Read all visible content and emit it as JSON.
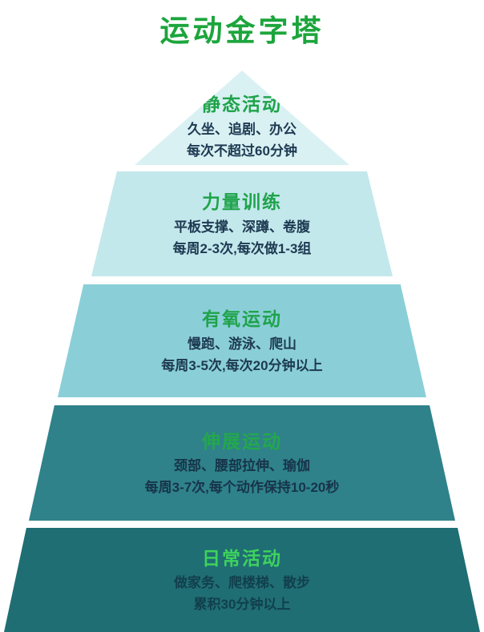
{
  "title": "运动金字塔",
  "palette": {
    "title_green": "#1CA53C",
    "heading_green": "#1FA34A",
    "level_colors": [
      "#D9F1F3",
      "#C3E8EC",
      "#8ACFD8",
      "#2F828A",
      "#1F6E74"
    ]
  },
  "levels": [
    {
      "name": "静态活动",
      "line1": "久坐、追剧、办公",
      "line2": "每次不超过60分钟"
    },
    {
      "name": "力量训练",
      "line1": "平板支撑、深蹲、卷腹",
      "line2": "每周2-3次,每次做1-3组"
    },
    {
      "name": "有氧运动",
      "line1": "慢跑、游泳、爬山",
      "line2": "每周3-5次,每次20分钟以上"
    },
    {
      "name": "伸展运动",
      "line1": "颈部、腰部拉伸、瑜伽",
      "line2": "每周3-7次,每个动作保持10-20秒"
    },
    {
      "name": "日常活动",
      "line1": "做家务、爬楼梯、散步",
      "line2": "累积30分钟以上"
    }
  ]
}
